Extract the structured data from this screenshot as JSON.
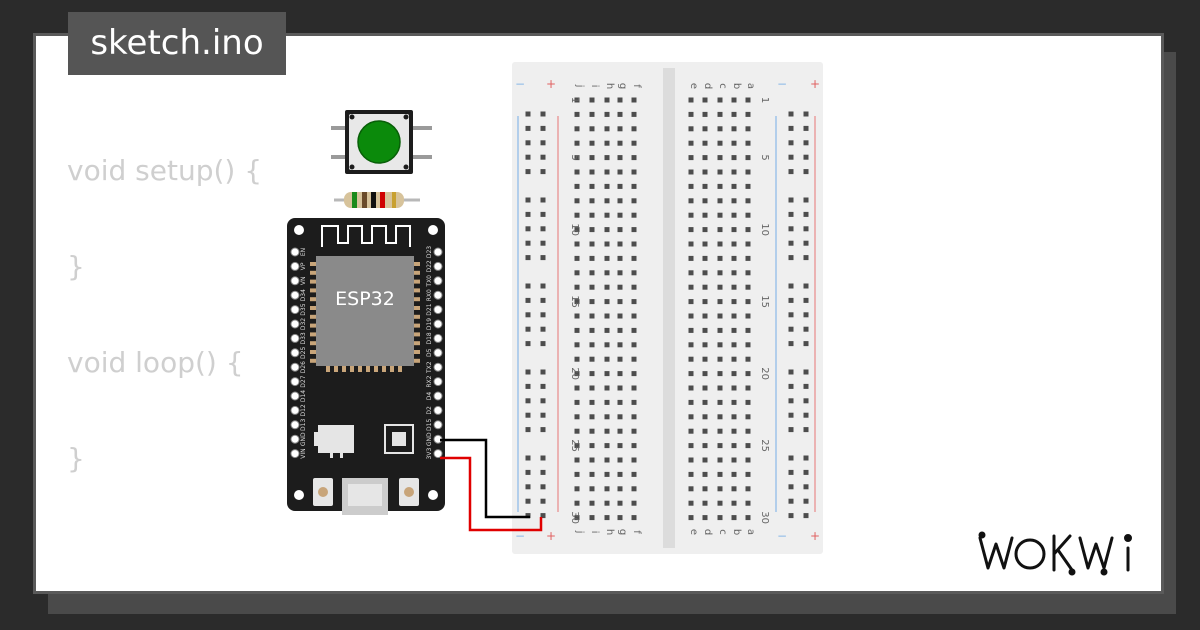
{
  "header": {
    "filename": "sketch.ino"
  },
  "code": {
    "lines": [
      "void setup() {",
      "}",
      "void loop() {",
      "}"
    ]
  },
  "board": {
    "chip_label": "ESP32",
    "left_pins": [
      "EN",
      "VP",
      "VN",
      "D34",
      "D35",
      "D32",
      "D33",
      "D25",
      "D26",
      "D27",
      "D14",
      "D12",
      "D13",
      "GND",
      "VIN"
    ],
    "right_pins": [
      "D23",
      "D22",
      "TX0",
      "RX0",
      "D21",
      "D19",
      "D18",
      "D5",
      "TX2",
      "RX2",
      "D4",
      "D2",
      "D15",
      "GND",
      "3V3"
    ]
  },
  "breadboard": {
    "columns_left": [
      "j",
      "i",
      "h",
      "g",
      "f"
    ],
    "columns_right": [
      "e",
      "d",
      "c",
      "b",
      "a"
    ],
    "row_numbers": [
      "1",
      "5",
      "10",
      "15",
      "20",
      "25",
      "30"
    ],
    "rail_plus": "+",
    "rail_minus": "−"
  },
  "brand": {
    "logo_text": "WOKWi"
  },
  "colors": {
    "wire_black": "#000000",
    "wire_red": "#e00000",
    "button_green": "#0b8a0b",
    "rail_red": "#e88a8a",
    "rail_blue": "#8ab8e8"
  }
}
